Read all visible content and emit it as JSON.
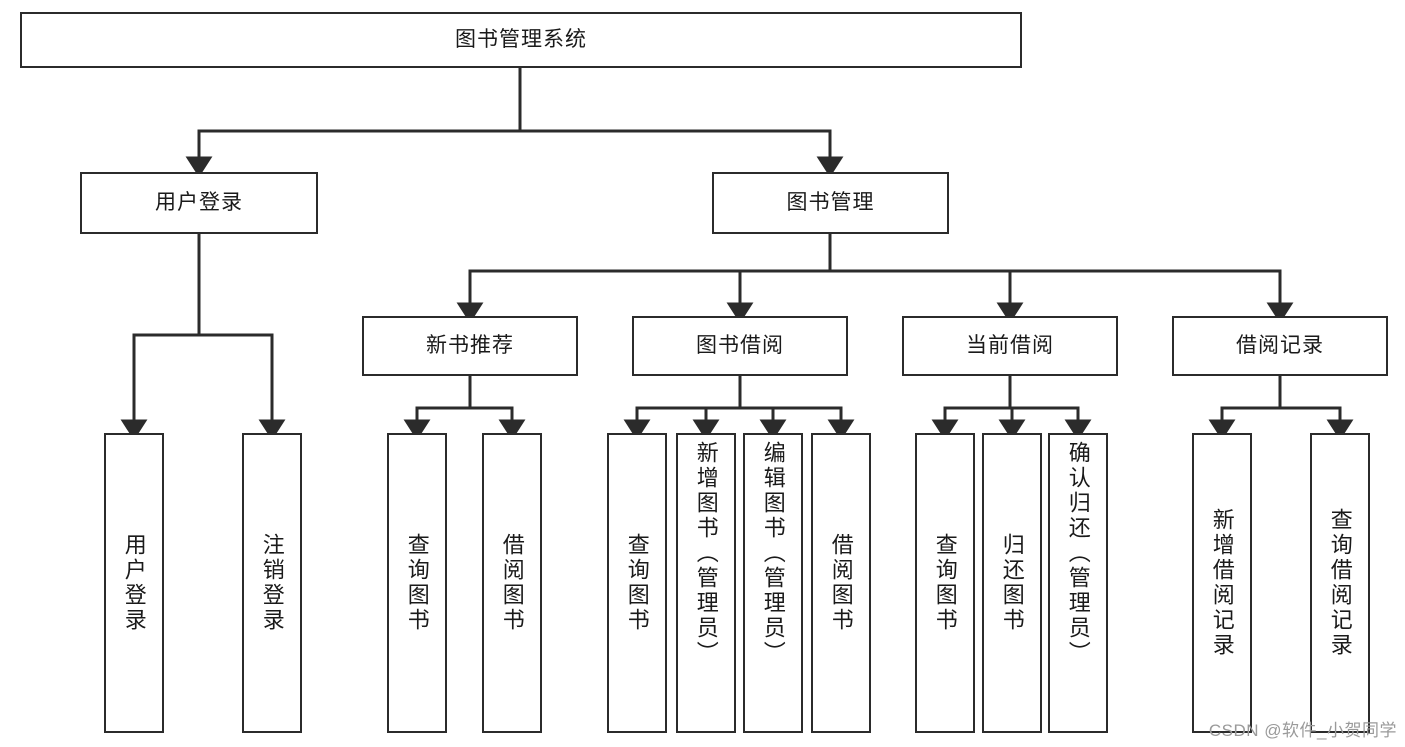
{
  "diagram": {
    "type": "tree-hierarchy",
    "title": "图书管理系统",
    "watermark": "CSDN @软件_小贺同学",
    "colors": {
      "box_border": "#2b2b2b",
      "box_fill": "#ffffff",
      "edge": "#2b2b2b",
      "text": "#1a1a1a",
      "watermark": "#9a9a9a"
    },
    "root": {
      "label": "图书管理系统"
    },
    "level1": [
      {
        "id": "user-login",
        "label": "用户登录"
      },
      {
        "id": "book-management",
        "label": "图书管理"
      }
    ],
    "level2": [
      {
        "id": "new-book-recommend",
        "label": "新书推荐"
      },
      {
        "id": "book-borrow",
        "label": "图书借阅"
      },
      {
        "id": "current-borrow",
        "label": "当前借阅"
      },
      {
        "id": "borrow-record",
        "label": "借阅记录"
      }
    ],
    "leaves": {
      "user_login": [
        {
          "id": "leaf-user-login",
          "label": "用户登录"
        },
        {
          "id": "leaf-logout-login",
          "label": "注销登录"
        }
      ],
      "new_book_recommend": [
        {
          "id": "leaf-query-book-1",
          "label": "查询图书"
        },
        {
          "id": "leaf-borrow-book-1",
          "label": "借阅图书"
        }
      ],
      "book_borrow": [
        {
          "id": "leaf-query-book-2",
          "label": "查询图书"
        },
        {
          "id": "leaf-add-book",
          "label": "新增图书（管理员）"
        },
        {
          "id": "leaf-edit-book",
          "label": "编辑图书（管理员）"
        },
        {
          "id": "leaf-borrow-book-2",
          "label": "借阅图书"
        }
      ],
      "current_borrow": [
        {
          "id": "leaf-query-book-3",
          "label": "查询图书"
        },
        {
          "id": "leaf-return-book",
          "label": "归还图书"
        },
        {
          "id": "leaf-confirm-return",
          "label": "确认归还（管理员）"
        }
      ],
      "borrow_record": [
        {
          "id": "leaf-add-record",
          "label": "新增借阅记录"
        },
        {
          "id": "leaf-query-record",
          "label": "查询借阅记录"
        }
      ]
    }
  }
}
